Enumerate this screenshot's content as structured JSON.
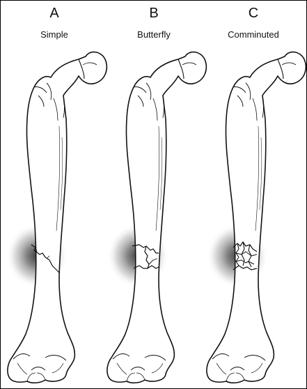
{
  "panels": [
    {
      "letter": "A",
      "caption": "Simple"
    },
    {
      "letter": "B",
      "caption": "Butterfly"
    },
    {
      "letter": "C",
      "caption": "Comminuted"
    }
  ],
  "colors": {
    "line": "#111111",
    "bone_fill": "#ffffff",
    "halo_core": "#4a4a4a",
    "halo_edge": "#ffffff"
  },
  "icons": {
    "bone": "femur-illustration",
    "fracture": "fracture-line"
  }
}
